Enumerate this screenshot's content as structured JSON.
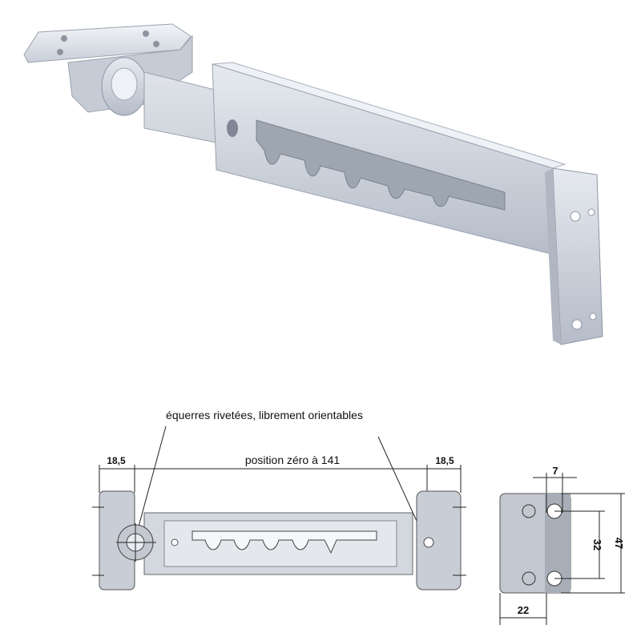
{
  "annotations": {
    "callout": "équerres rivetées, librement orientables",
    "overall_length": "position zéro à 141",
    "left_bracket_width": "18,5",
    "right_bracket_width": "18,5"
  },
  "side_view_dimensions": {
    "hole_offset": "7",
    "hole_spacing": "32",
    "height": "47",
    "depth": "22"
  },
  "colors": {
    "metal_light": "#e4e8ee",
    "metal_mid": "#c4cad4",
    "metal_dark": "#8e96a4",
    "line": "#222222"
  }
}
